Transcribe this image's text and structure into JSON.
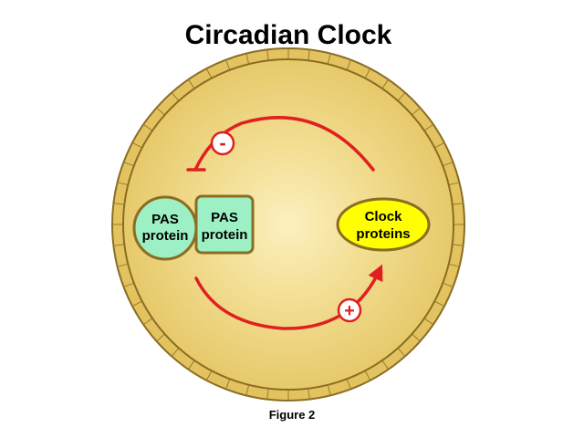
{
  "title": "Circadian Clock",
  "caption": "Figure 2",
  "nodes": {
    "pas_circle": {
      "line1": "PAS",
      "line2": "protein"
    },
    "pas_square": {
      "line1": "PAS",
      "line2": "protein"
    },
    "clock": {
      "line1": "Clock",
      "line2": "proteins"
    }
  },
  "signs": {
    "inhibit": "-",
    "activate": "+"
  },
  "colors": {
    "cell_fill": "#e6c96a",
    "cell_inner": "#f4e3a0",
    "membrane": "#9a7a2c",
    "pas_fill": "#9cf0c4",
    "pas_stroke": "#8a6d23",
    "clock_fill": "#ffff00",
    "arrow": "#e02020"
  }
}
